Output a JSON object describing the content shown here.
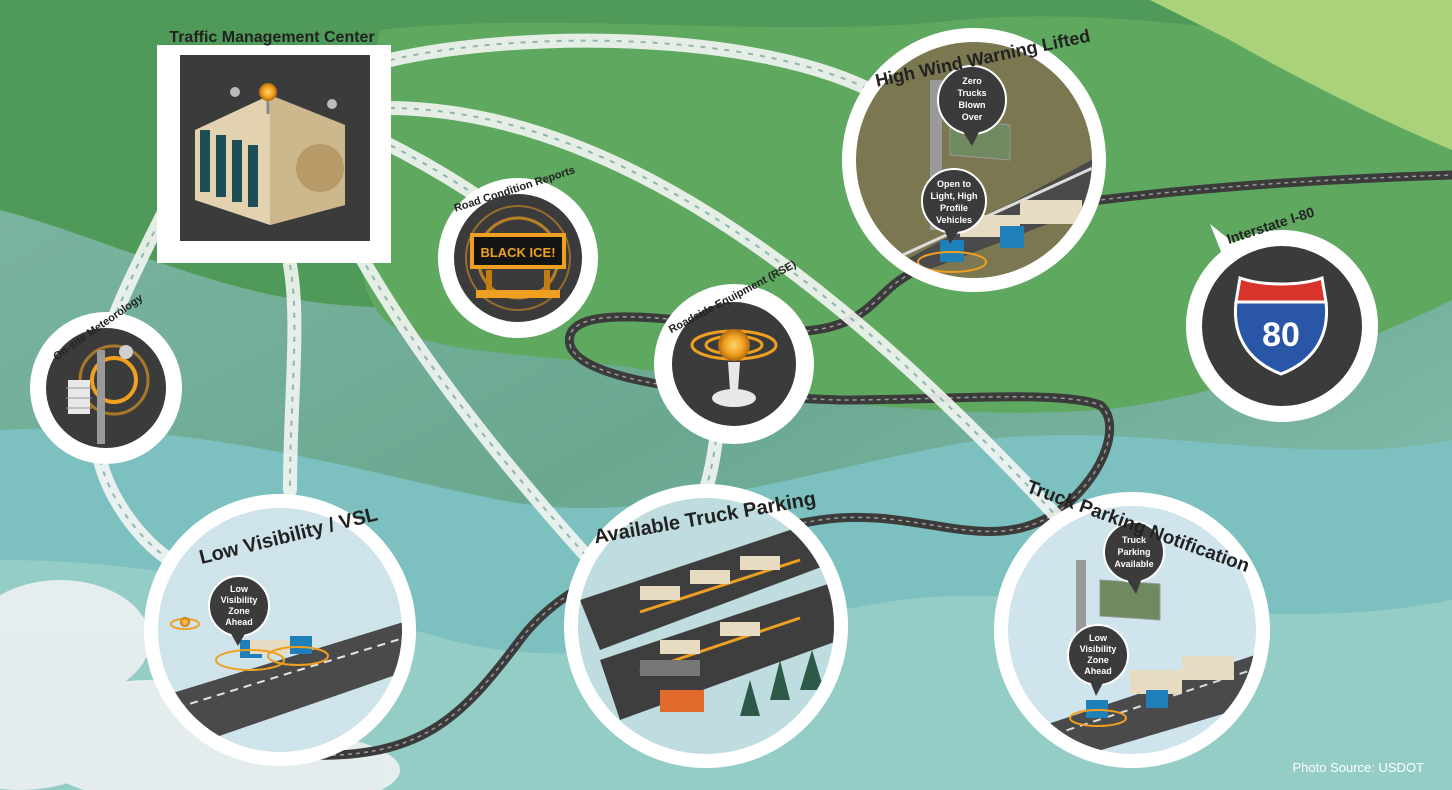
{
  "tmc": {
    "title": "Traffic Management Center"
  },
  "road_condition": {
    "title": "Road Condition Reports",
    "sign": "BLACK ICE!"
  },
  "meteorology": {
    "title": "On-site Meteorology"
  },
  "rse": {
    "title": "Roadside Equipment (RSE)"
  },
  "high_wind": {
    "title": "High Wind Warning Lifted",
    "bubble1": [
      "Zero",
      "Trucks",
      "Blown",
      "Over"
    ],
    "bubble2": [
      "Open to",
      "Light, High",
      "Profile",
      "Vehicles"
    ]
  },
  "interstate": {
    "title": "Interstate I-80",
    "number": "80"
  },
  "low_vis": {
    "title": "Low Visibility / VSL",
    "bubble": [
      "Low",
      "Visibility",
      "Zone",
      "Ahead"
    ]
  },
  "parking": {
    "title": "Available Truck Parking"
  },
  "notification": {
    "title": "Truck Parking Notification",
    "bubble1": [
      "Truck",
      "Parking",
      "Available"
    ],
    "bubble2": [
      "Low",
      "Visibility",
      "Zone",
      "Ahead"
    ]
  },
  "credit": "Photo Source: USDOT",
  "colors": {
    "accent": "#f0a020",
    "dark": "#3a3a3a",
    "shield_blue": "#2a56a8",
    "shield_red": "#d9342b"
  }
}
